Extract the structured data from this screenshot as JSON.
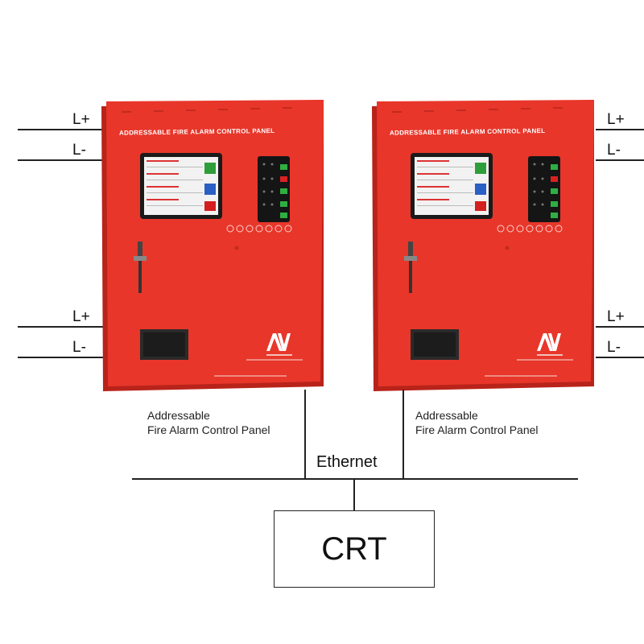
{
  "panels": [
    {
      "title": "ADDRESSABLE FIRE ALARM CONTROL PANEL",
      "caption_line1": "Addressable",
      "caption_line2": "Fire Alarm Control Panel",
      "wires_top": [
        "L+",
        "L-"
      ],
      "wires_bottom": [
        "L+",
        "L-"
      ]
    },
    {
      "title": "ADDRESSABLE FIRE ALARM CONTROL PANEL",
      "caption_line1": "Addressable",
      "caption_line2": "Fire Alarm Control Panel",
      "wires_top": [
        "L+",
        "L-"
      ],
      "wires_bottom": [
        "L+",
        "L-"
      ]
    }
  ],
  "bus_label": "Ethernet",
  "crt_label": "CRT",
  "colors": {
    "panel_red": "#e8362a",
    "panel_dark_red": "#b8231a",
    "line": "#222222"
  },
  "icons": [
    "ethernet-bus",
    "crt-terminal",
    "fire-alarm-panel"
  ]
}
